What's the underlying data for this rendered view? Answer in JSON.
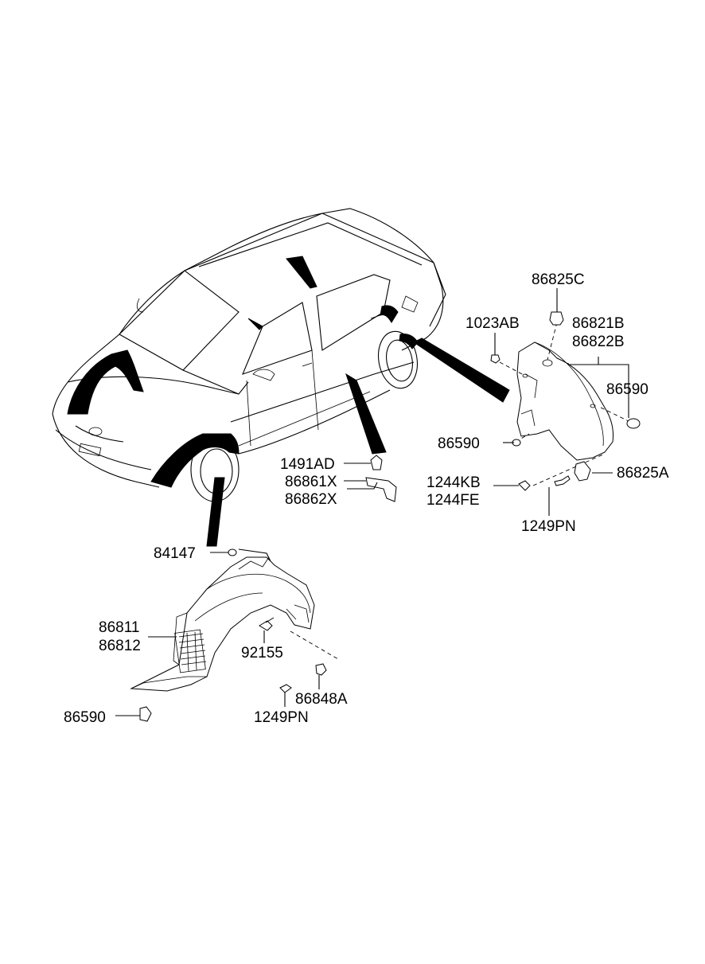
{
  "callouts": {
    "c86825C": "86825C",
    "c1023AB": "1023AB",
    "c86821B": "86821B",
    "c86822B": "86822B",
    "c86590_rear_upper": "86590",
    "c86590_rear_lower": "86590",
    "c1491AD": "1491AD",
    "c86861X": "86861X",
    "c86862X": "86862X",
    "c1244KB": "1244KB",
    "c1244FE": "1244FE",
    "c86825A": "86825A",
    "c1249PN_rear": "1249PN",
    "c84147": "84147",
    "c86811": "86811",
    "c86812": "86812",
    "c92155": "92155",
    "c86848A": "86848A",
    "c1249PN_front": "1249PN",
    "c86590_front": "86590"
  }
}
